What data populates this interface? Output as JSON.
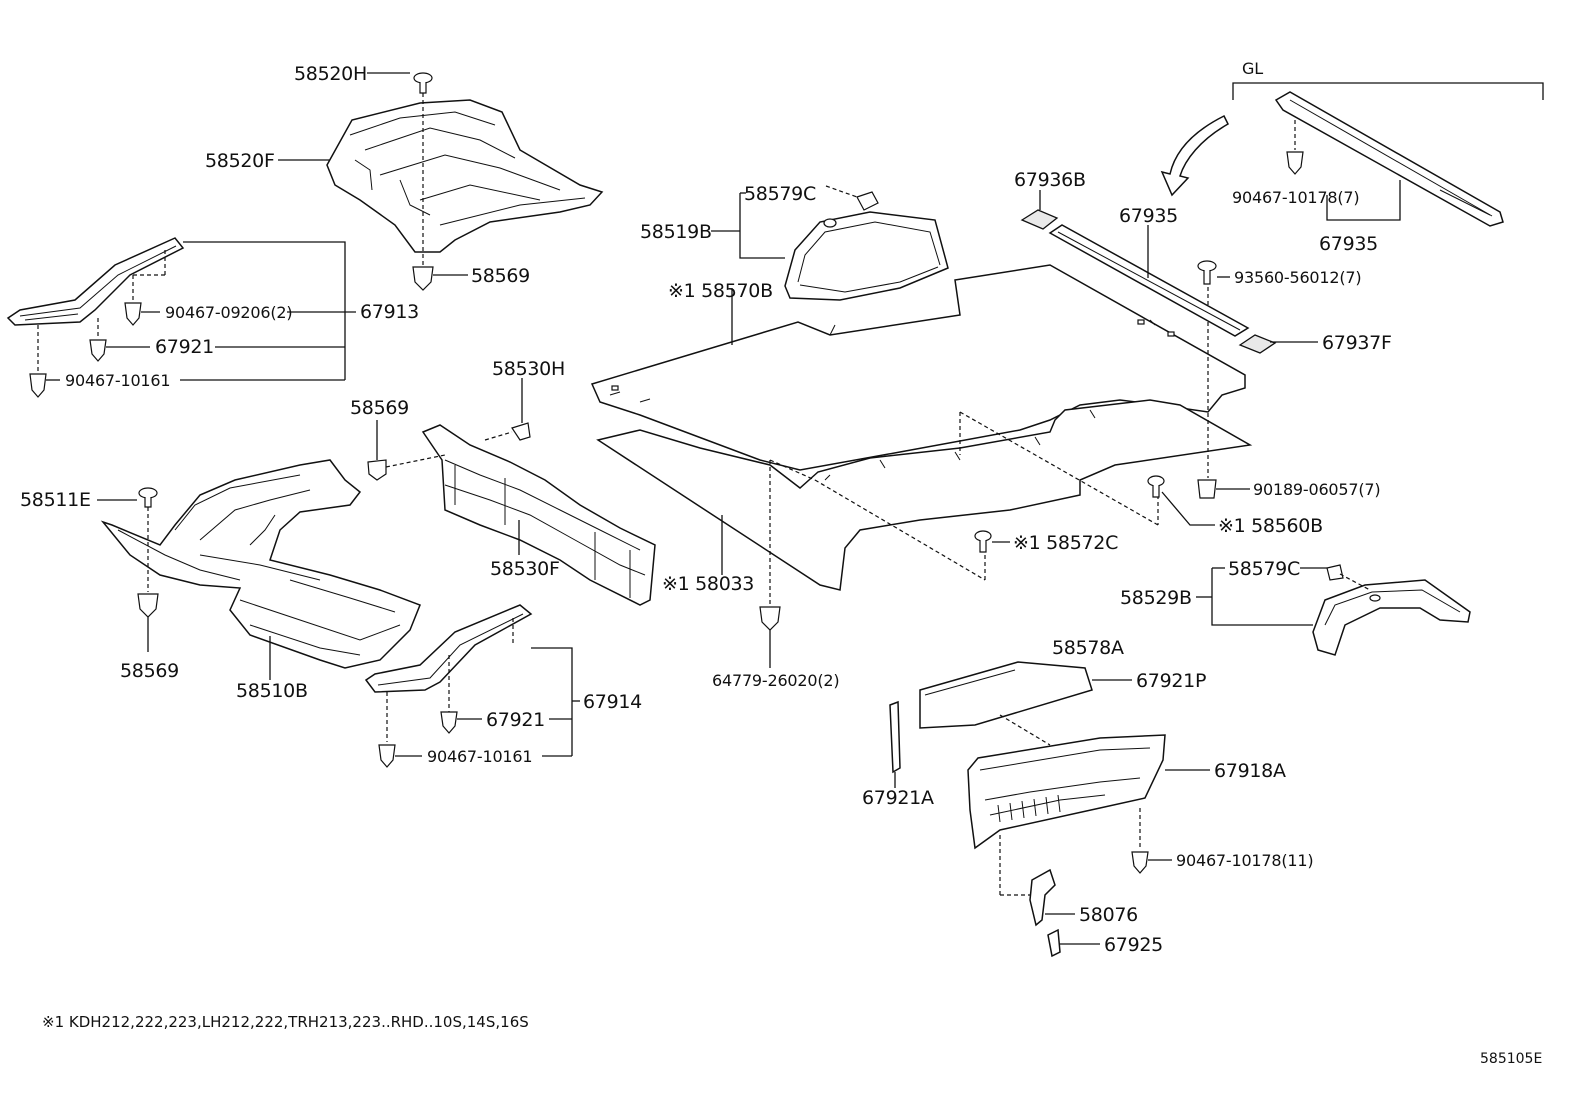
{
  "callouts": {
    "c58520H": "58520H",
    "c58520F": "58520F",
    "c58569_top": "58569",
    "c67913": "67913",
    "c90467_09206": "90467-09206(2)",
    "c67921_top": "67921",
    "c90467_10161_top": "90467-10161",
    "c58530H": "58530H",
    "c58569_mid": "58569",
    "c58511E": "58511E",
    "c58530F": "58530F",
    "c58569_bot": "58569",
    "c58510B": "58510B",
    "c67914": "67914",
    "c67921_bot": "67921",
    "c90467_10161_bot": "90467-10161",
    "c58579C_top": "58579C",
    "c58519B": "58519B",
    "c58570B": "※1 58570B",
    "c58033": "※1 58033",
    "c64779": "64779-26020(2)",
    "c58572C": "※1 58572C",
    "cGL": "GL",
    "c90467_10178_7": "90467-10178(7)",
    "c67935_right": "67935",
    "c67936B": "67936B",
    "c67935_mid": "67935",
    "c93560": "93560-56012(7)",
    "c67937F": "67937F",
    "c90189": "90189-06057(7)",
    "c58560B": "※1 58560B",
    "c58579C_right": "58579C",
    "c58529B": "58529B",
    "c58578A": "58578A",
    "c67921P": "67921P",
    "c67921A": "67921A",
    "c67918A": "67918A",
    "c90467_10178_11": "90467-10178(11)",
    "c58076": "58076",
    "c67925": "67925"
  },
  "footnote": "※1 KDH212,222,223,LH212,222,TRH213,223..RHD..10S,14S,16S",
  "diagram_code": "585105E"
}
